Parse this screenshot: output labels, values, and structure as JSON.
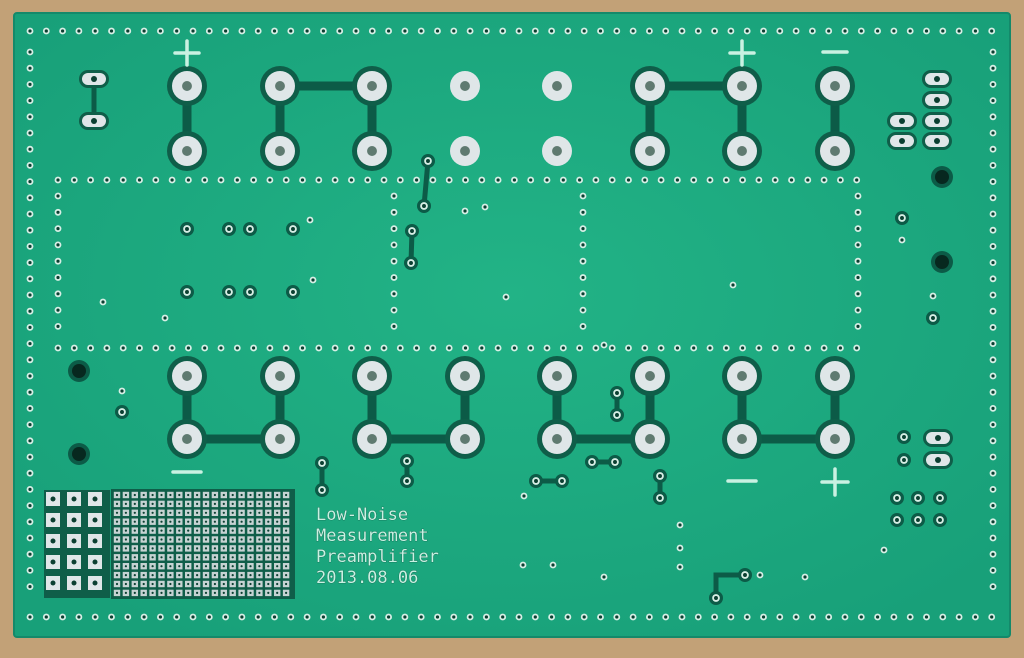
{
  "colors": {
    "board": "#1fae82",
    "board_shade": "#1a9e77",
    "trace": "#0c5b47",
    "pad_silver": "#dfe6e8",
    "pad_ring": "#0f5e49",
    "hole": "#0b3f31",
    "background_wood": "#c9a77e"
  },
  "label": {
    "line1": "Low-Noise",
    "line2": "Measurement",
    "line3": "Preamplifier",
    "line4": "2013.08.06"
  },
  "polarity_marks": {
    "plus_top_left": "+",
    "plus_top_right": "+",
    "minus_top_right": "−",
    "minus_bottom_left": "−",
    "minus_bottom_right": "−",
    "plus_bottom_right": "+"
  }
}
